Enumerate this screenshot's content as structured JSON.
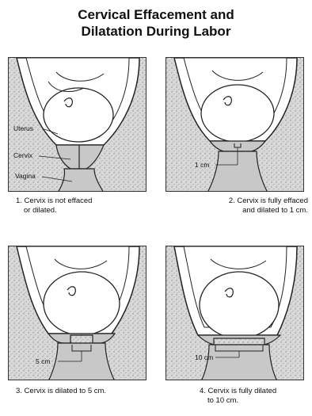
{
  "title": {
    "line1": "Cervical Effacement and",
    "line2": "Dilatation During Labor"
  },
  "panels": [
    {
      "caption_line1": "1. Cervix is not effaced",
      "caption_line2": "or dilated.",
      "labels": {
        "uterus": "Uterus",
        "cervix": "Cervix",
        "vagina": "Vagina"
      }
    },
    {
      "caption_line1": "2. Cervix is fully effaced",
      "caption_line2": "and dilated to 1 cm.",
      "measure": "1 cm",
      "dilation_cm": 1
    },
    {
      "caption_line1": "3. Cervix is dilated to 5 cm.",
      "caption_line2": "",
      "measure": "5 cm",
      "dilation_cm": 5
    },
    {
      "caption_line1": "4. Cervix is fully dilated",
      "caption_line2": "to 10 cm.",
      "measure": "10 cm",
      "dilation_cm": 10
    }
  ],
  "colors": {
    "stipple": "#bdbdbd",
    "cervix_fill": "#c8c8c8",
    "line": "#222222"
  }
}
